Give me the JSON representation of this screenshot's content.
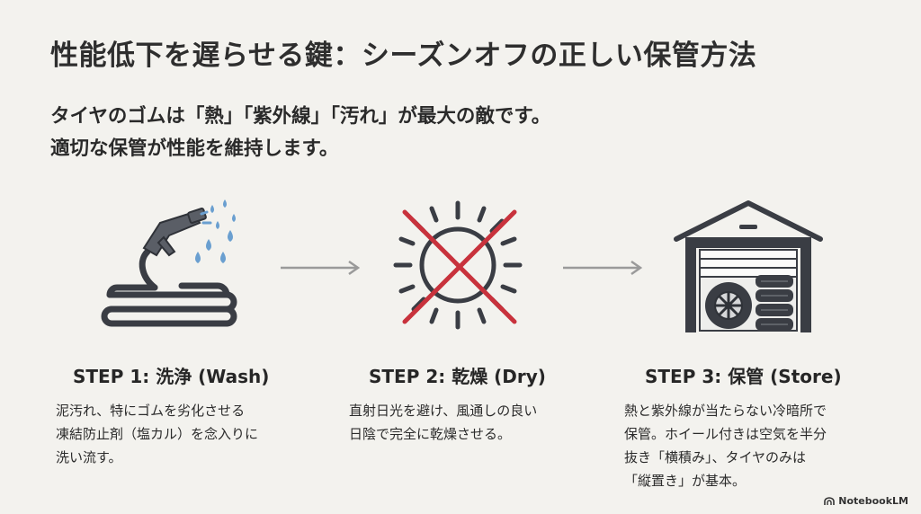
{
  "title": "性能低下を遅らせる鍵：シーズンオフの正しい保管方法",
  "subtitle": {
    "line1": "タイヤのゴムは「熱」「紫外線」「汚れ」が最大の敵です。",
    "line2": "適切な保管が性能を維持します。"
  },
  "steps": [
    {
      "title": "STEP 1: 洗浄 (Wash)",
      "icon": "hose-nozzle-icon",
      "desc": [
        "泥汚れ、特にゴムを劣化させる",
        "凍結防止剤（塩カル）を念入りに",
        "洗い流す。"
      ]
    },
    {
      "title": "STEP 2: 乾燥 (Dry)",
      "icon": "no-sun-icon",
      "desc": [
        "直射日光を避け、風通しの良い",
        "日陰で完全に乾燥させる。"
      ]
    },
    {
      "title": "STEP 3: 保管 (Store)",
      "icon": "garage-tires-icon",
      "desc": [
        "熱と紫外線が当たらない冷暗所で",
        "保管。ホイール付きは空気を半分",
        "抜き「横積み」、タイヤのみは",
        "「縦置き」が基本。"
      ]
    }
  ],
  "colors": {
    "icon_dark": "#3a3d44",
    "water_blue": "#6a9fd0",
    "cross_red": "#c8323c",
    "arrow_gray": "#9a9a9a"
  },
  "badge": {
    "label": "NotebookLM"
  }
}
